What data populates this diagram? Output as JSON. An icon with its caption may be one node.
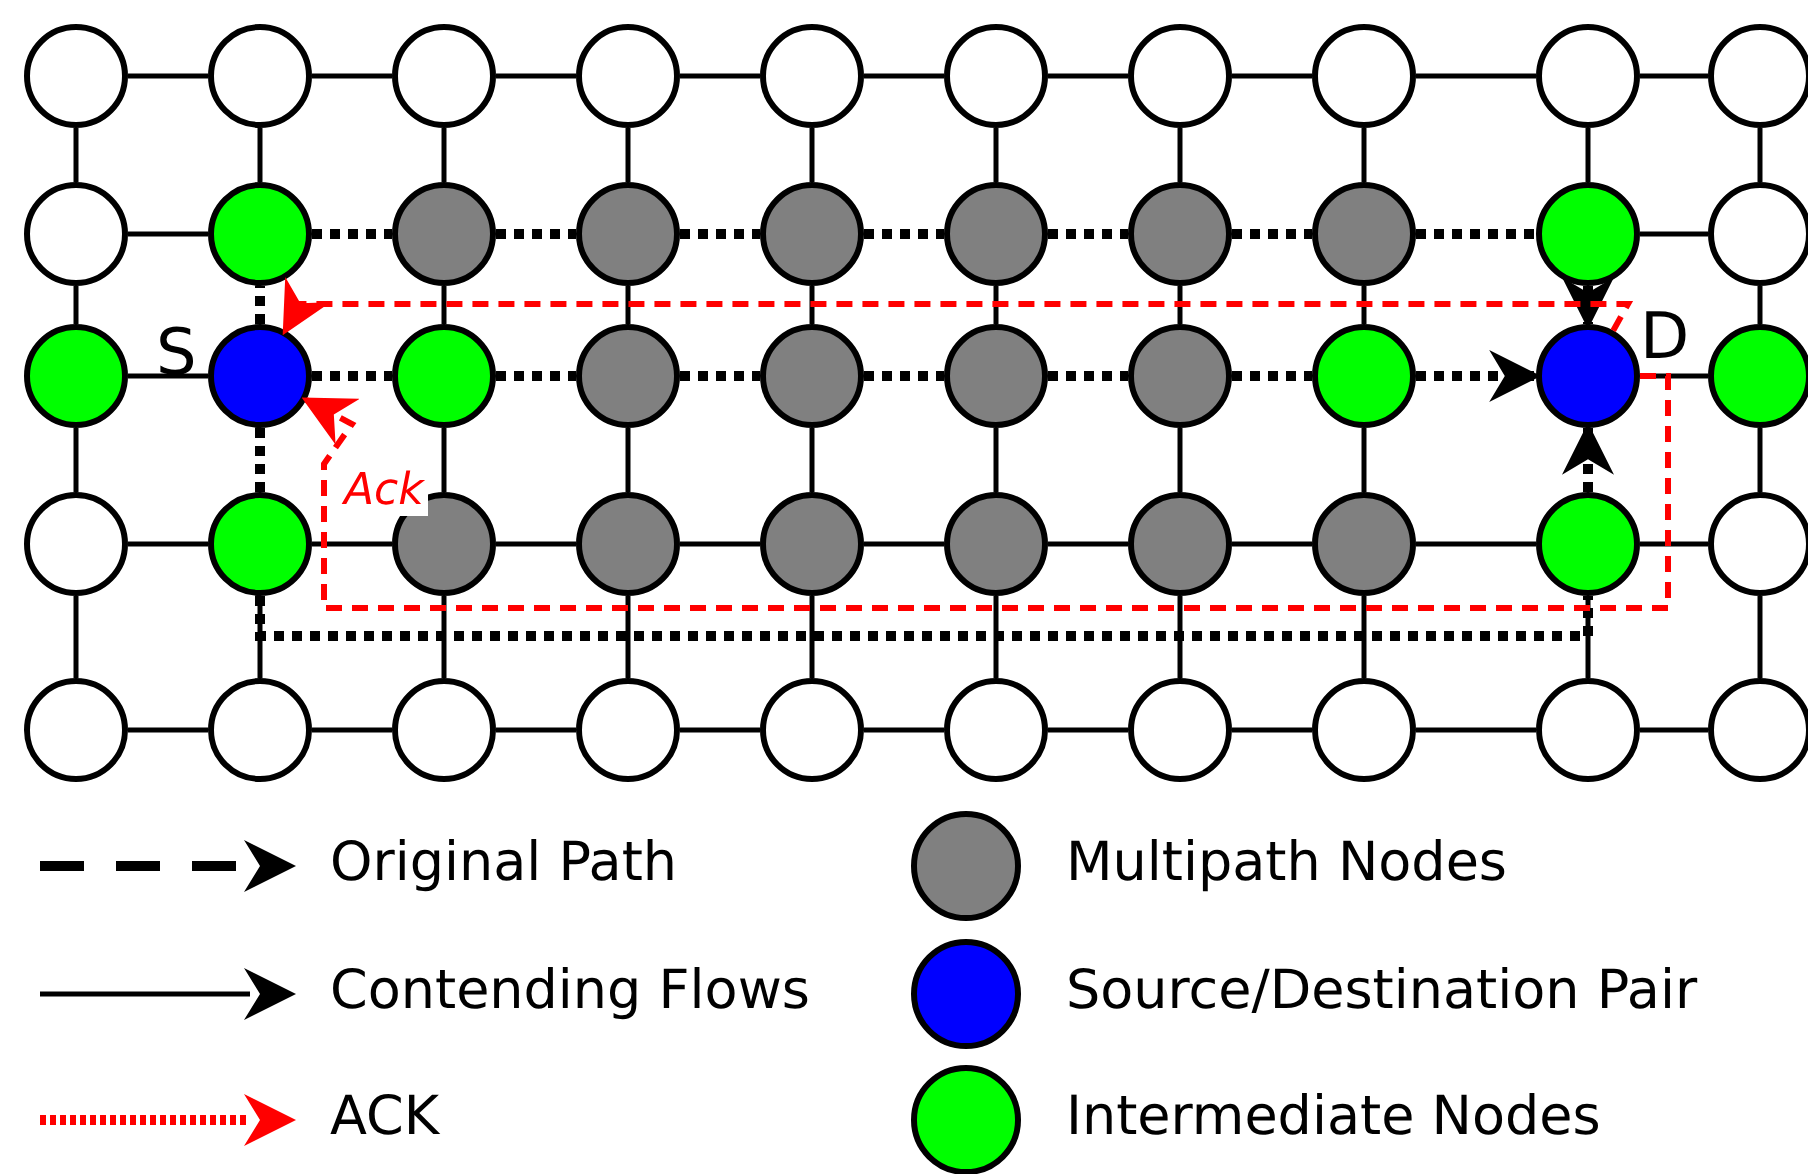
{
  "diagram": {
    "nodes": [
      {
        "text": [],
        "shape": "circle"
      },
      {
        "text": [],
        "shape": "circle"
      },
      {
        "text": [],
        "shape": "circle"
      },
      {
        "text": [],
        "shape": "circle"
      },
      {
        "text": [],
        "shape": "circle"
      },
      {
        "text": [],
        "shape": "circle"
      },
      {
        "text": [],
        "shape": "circle"
      },
      {
        "text": [],
        "shape": "circle"
      },
      {
        "text": [],
        "shape": "circle"
      },
      {
        "text": [],
        "shape": "circle"
      },
      {
        "text": [],
        "shape": "circle"
      },
      {
        "text": [],
        "shape": "circle"
      },
      {
        "text": [],
        "shape": "circle"
      },
      {
        "text": [],
        "shape": "circle"
      },
      {
        "text": [],
        "shape": "circle"
      },
      {
        "text": [],
        "shape": "circle"
      },
      {
        "text": [],
        "shape": "circle"
      },
      {
        "text": [],
        "shape": "circle"
      },
      {
        "text": [],
        "shape": "circle"
      },
      {
        "text": [],
        "shape": "circle"
      },
      {
        "text": [],
        "shape": "circle"
      },
      {
        "text": [],
        "shape": "circle",
        "beside": [
          "S"
        ]
      },
      {
        "text": [],
        "shape": "circle"
      },
      {
        "text": [],
        "shape": "circle"
      },
      {
        "text": [],
        "shape": "circle"
      },
      {
        "text": [],
        "shape": "circle"
      },
      {
        "text": [],
        "shape": "circle"
      },
      {
        "text": [],
        "shape": "circle"
      },
      {
        "text": [],
        "shape": "circle",
        "beside": [
          "D"
        ]
      },
      {
        "text": [],
        "shape": "circle"
      },
      {
        "text": [],
        "shape": "circle"
      },
      {
        "text": [],
        "shape": "circle"
      },
      {
        "text": [],
        "shape": "circle"
      },
      {
        "text": [],
        "shape": "circle"
      },
      {
        "text": [],
        "shape": "circle"
      },
      {
        "text": [],
        "shape": "circle"
      },
      {
        "text": [],
        "shape": "circle"
      },
      {
        "text": [],
        "shape": "circle"
      },
      {
        "text": [],
        "shape": "circle"
      },
      {
        "text": [],
        "shape": "circle"
      },
      {
        "text": [],
        "shape": "circle"
      },
      {
        "text": [],
        "shape": "circle"
      },
      {
        "text": [],
        "shape": "circle"
      },
      {
        "text": [],
        "shape": "circle"
      },
      {
        "text": [],
        "shape": "circle"
      },
      {
        "text": [],
        "shape": "circle"
      },
      {
        "text": [],
        "shape": "circle"
      },
      {
        "text": [],
        "shape": "circle"
      },
      {
        "text": [],
        "shape": "circle"
      },
      {
        "text": [],
        "shape": "circle"
      }
    ],
    "edges": [
      {
        "from": 0,
        "to": 1,
        "arrow": "none"
      },
      {
        "from": 1,
        "to": 2,
        "arrow": "none"
      },
      {
        "from": 2,
        "to": 3,
        "arrow": "none"
      },
      {
        "from": 3,
        "to": 4,
        "arrow": "none"
      },
      {
        "from": 4,
        "to": 5,
        "arrow": "none"
      },
      {
        "from": 5,
        "to": 6,
        "arrow": "none"
      },
      {
        "from": 6,
        "to": 7,
        "arrow": "none"
      },
      {
        "from": 7,
        "to": 8,
        "arrow": "none"
      },
      {
        "from": 8,
        "to": 9,
        "arrow": "none"
      },
      {
        "from": 10,
        "to": 11,
        "arrow": "none"
      },
      {
        "from": 18,
        "to": 19,
        "arrow": "none"
      },
      {
        "from": 20,
        "to": 21,
        "arrow": "none"
      },
      {
        "from": 28,
        "to": 29,
        "arrow": "none"
      },
      {
        "from": 30,
        "to": 31,
        "arrow": "none"
      },
      {
        "from": 31,
        "to": 32,
        "arrow": "none"
      },
      {
        "from": 32,
        "to": 33,
        "arrow": "none"
      },
      {
        "from": 33,
        "to": 34,
        "arrow": "none"
      },
      {
        "from": 34,
        "to": 35,
        "arrow": "none"
      },
      {
        "from": 35,
        "to": 36,
        "arrow": "none"
      },
      {
        "from": 36,
        "to": 37,
        "arrow": "none"
      },
      {
        "from": 37,
        "to": 38,
        "arrow": "none"
      },
      {
        "from": 38,
        "to": 39,
        "arrow": "none"
      },
      {
        "from": 40,
        "to": 41,
        "arrow": "none"
      },
      {
        "from": 41,
        "to": 42,
        "arrow": "none"
      },
      {
        "from": 42,
        "to": 43,
        "arrow": "none"
      },
      {
        "from": 43,
        "to": 44,
        "arrow": "none"
      },
      {
        "from": 44,
        "to": 45,
        "arrow": "none"
      },
      {
        "from": 45,
        "to": 46,
        "arrow": "none"
      },
      {
        "from": 46,
        "to": 47,
        "arrow": "none"
      },
      {
        "from": 47,
        "to": 48,
        "arrow": "none"
      },
      {
        "from": 48,
        "to": 49,
        "arrow": "none"
      },
      {
        "from": 0,
        "to": 10,
        "arrow": "none"
      },
      {
        "from": 1,
        "to": 11,
        "arrow": "none"
      },
      {
        "from": 2,
        "to": 12,
        "arrow": "none"
      },
      {
        "from": 3,
        "to": 13,
        "arrow": "none"
      },
      {
        "from": 4,
        "to": 14,
        "arrow": "none"
      },
      {
        "from": 5,
        "to": 15,
        "arrow": "none"
      },
      {
        "from": 6,
        "to": 16,
        "arrow": "none"
      },
      {
        "from": 7,
        "to": 17,
        "arrow": "none"
      },
      {
        "from": 8,
        "to": 18,
        "arrow": "none"
      },
      {
        "from": 9,
        "to": 19,
        "arrow": "none"
      },
      {
        "from": 10,
        "to": 20,
        "arrow": "none"
      },
      {
        "from": 12,
        "to": 22,
        "arrow": "none"
      },
      {
        "from": 13,
        "to": 23,
        "arrow": "none"
      },
      {
        "from": 14,
        "to": 24,
        "arrow": "none"
      },
      {
        "from": 15,
        "to": 25,
        "arrow": "none"
      },
      {
        "from": 16,
        "to": 26,
        "arrow": "none"
      },
      {
        "from": 17,
        "to": 27,
        "arrow": "none"
      },
      {
        "from": 19,
        "to": 29,
        "arrow": "none"
      },
      {
        "from": 20,
        "to": 30,
        "arrow": "none"
      },
      {
        "from": 22,
        "to": 32,
        "arrow": "none"
      },
      {
        "from": 23,
        "to": 33,
        "arrow": "none"
      },
      {
        "from": 24,
        "to": 34,
        "arrow": "none"
      },
      {
        "from": 25,
        "to": 35,
        "arrow": "none"
      },
      {
        "from": 26,
        "to": 36,
        "arrow": "none"
      },
      {
        "from": 27,
        "to": 37,
        "arrow": "none"
      },
      {
        "from": 29,
        "to": 39,
        "arrow": "none"
      },
      {
        "from": 30,
        "to": 40,
        "arrow": "none"
      },
      {
        "from": 31,
        "to": 41,
        "arrow": "none"
      },
      {
        "from": 32,
        "to": 42,
        "arrow": "none"
      },
      {
        "from": 33,
        "to": 43,
        "arrow": "none"
      },
      {
        "from": 34,
        "to": 44,
        "arrow": "none"
      },
      {
        "from": 35,
        "to": 45,
        "arrow": "none"
      },
      {
        "from": 36,
        "to": 46,
        "arrow": "none"
      },
      {
        "from": 37,
        "to": 47,
        "arrow": "none"
      },
      {
        "from": 38,
        "to": 48,
        "arrow": "none"
      },
      {
        "from": 39,
        "to": 49,
        "arrow": "none"
      },
      {
        "from": 21,
        "to": 22,
        "arrow": "none",
        "style": "dashed"
      },
      {
        "from": 22,
        "to": 23,
        "arrow": "none",
        "style": "dashed"
      },
      {
        "from": 23,
        "to": 24,
        "arrow": "none",
        "style": "dashed"
      },
      {
        "from": 24,
        "to": 25,
        "arrow": "none",
        "style": "dashed"
      },
      {
        "from": 25,
        "to": 26,
        "arrow": "none",
        "style": "dashed"
      },
      {
        "from": 26,
        "to": 27,
        "arrow": "none",
        "style": "dashed"
      },
      {
        "from": 27,
        "to": 28,
        "arrow": "to",
        "style": "dashed"
      },
      {
        "from": 21,
        "to": 11,
        "arrow": "none",
        "style": "dashed"
      },
      {
        "from": 11,
        "to": 12,
        "arrow": "none",
        "style": "dashed"
      },
      {
        "from": 12,
        "to": 13,
        "arrow": "none",
        "style": "dashed"
      },
      {
        "from": 13,
        "to": 14,
        "arrow": "none",
        "style": "dashed"
      },
      {
        "from": 14,
        "to": 15,
        "arrow": "none",
        "style": "dashed"
      },
      {
        "from": 15,
        "to": 16,
        "arrow": "none",
        "style": "dashed"
      },
      {
        "from": 16,
        "to": 17,
        "arrow": "none",
        "style": "dashed"
      },
      {
        "from": 17,
        "to": 18,
        "arrow": "none",
        "style": "dashed"
      },
      {
        "from": 18,
        "to": 28,
        "arrow": "to",
        "style": "dashed"
      },
      {
        "from": 21,
        "to": 31,
        "arrow": "none",
        "style": "dashed"
      },
      {
        "from": 31,
        "to": 38,
        "arrow": "none",
        "style": "dashed"
      },
      {
        "from": 38,
        "to": 28,
        "arrow": "to",
        "style": "dashed"
      },
      {
        "from": 28,
        "to": 21,
        "arrow": "to",
        "style": "dashed",
        "color": "#ff0000"
      },
      {
        "from": 28,
        "to": 21,
        "arrow": "to",
        "style": "dashed",
        "color": "#ff0000",
        "label": "Ack"
      }
    ],
    "legend": [
      {
        "text": "Original Path"
      },
      {
        "text": "Multipath Nodes",
        "color": "#808080"
      },
      {
        "text": "Contending Flows"
      },
      {
        "text": "Source/Destination Pair",
        "color": "#0000ff"
      },
      {
        "text": "ACK"
      },
      {
        "text": "Intermediate Nodes",
        "color": "#00ff00"
      }
    ]
  }
}
